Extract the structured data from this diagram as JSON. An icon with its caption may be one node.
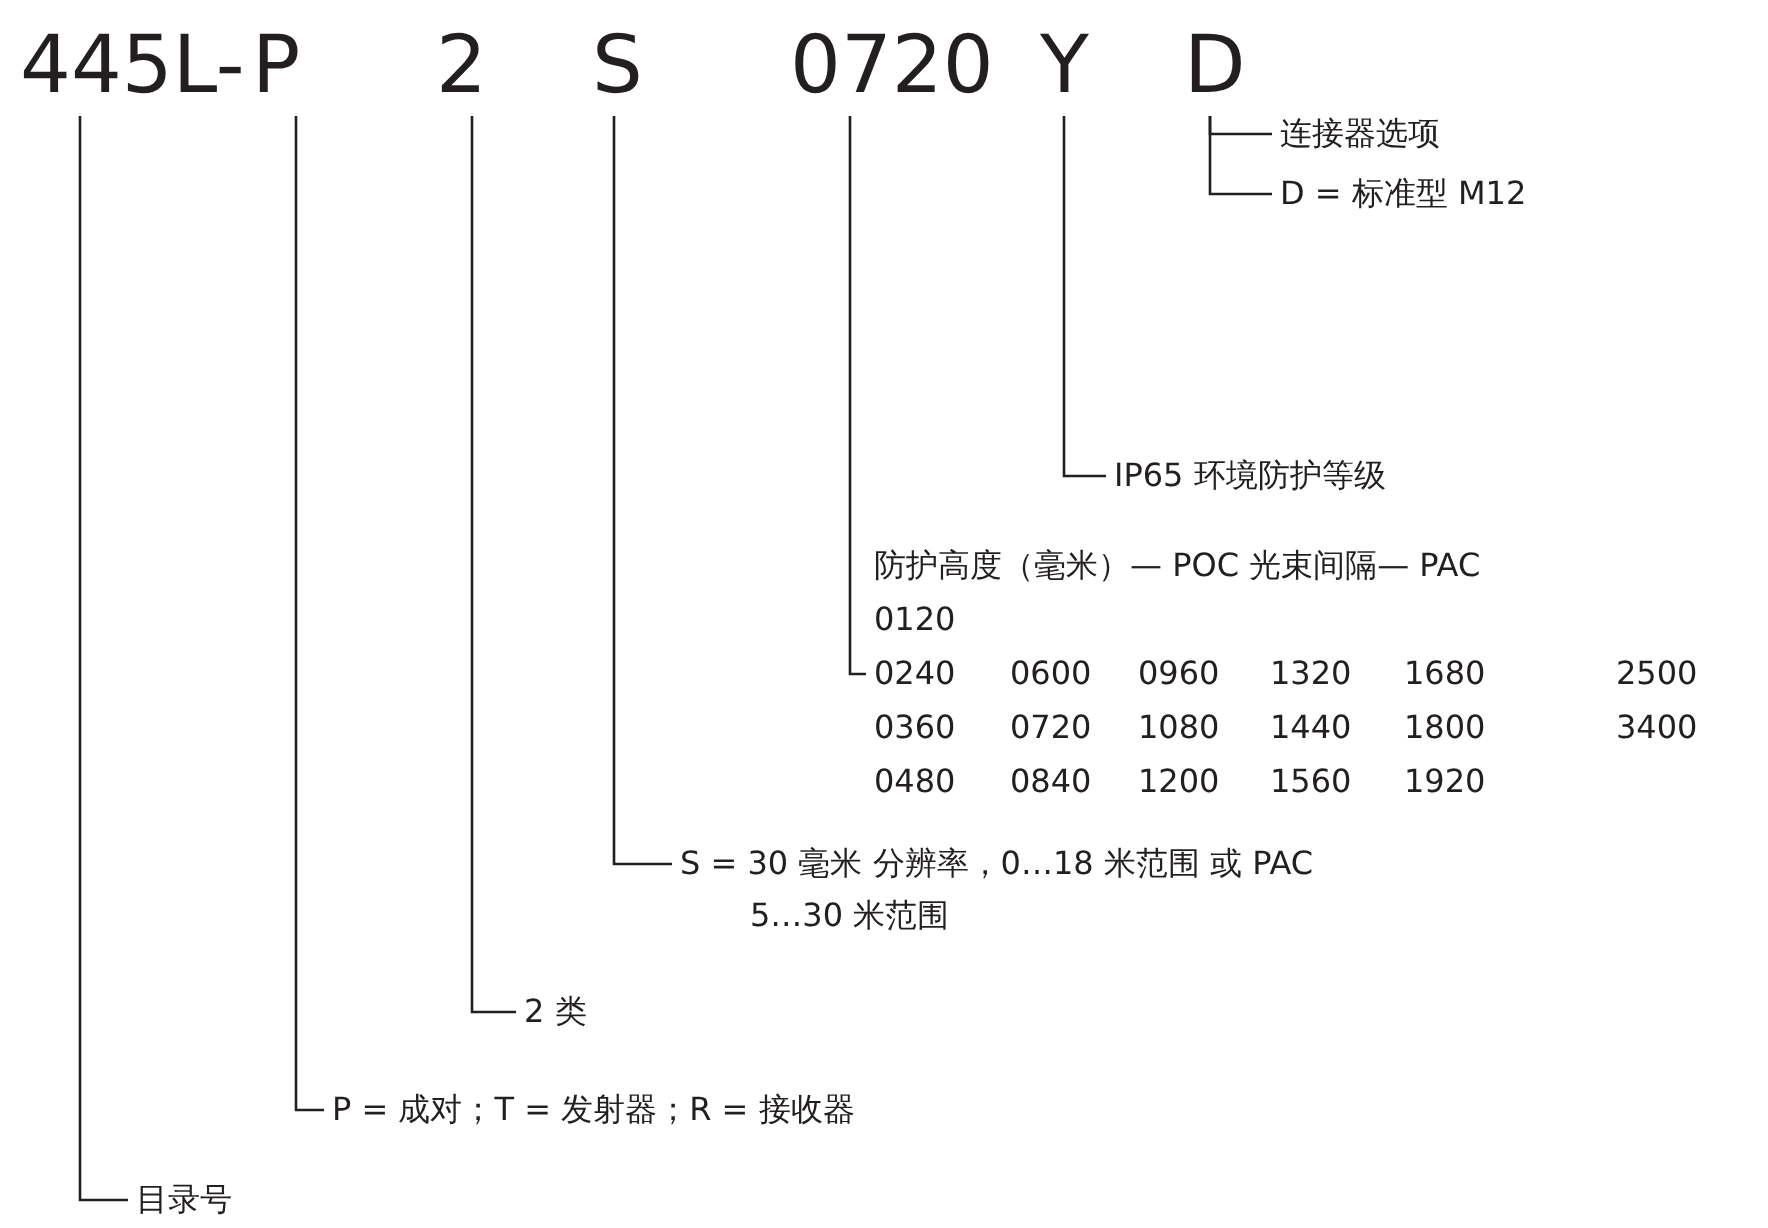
{
  "diagram": {
    "nodes": [
      {
        "text": [
          "445L-"
        ]
      },
      {
        "text": [
          "P"
        ]
      },
      {
        "text": [
          "2"
        ]
      },
      {
        "text": [
          "S"
        ]
      },
      {
        "text": [
          "0720"
        ]
      },
      {
        "text": [
          "Y"
        ]
      },
      {
        "text": [
          "D"
        ]
      },
      {
        "text": [
          "目录号"
        ]
      },
      {
        "text": [
          "P = 成对；T = 发射器；R = 接收器"
        ]
      },
      {
        "text": [
          "2 类"
        ]
      },
      {
        "text": [
          "S = 30 毫米 分辨率，0…18 米范围 或 PAC 5…30 米范围"
        ]
      },
      {
        "text": [
          "防护高度（毫米）— POC 光束间隔— PAC",
          "0120",
          "0240 0600 0960 1320 1680 2500",
          "0360 0720 1080 1440 1800 3400",
          "0480 0840 1200 1560 1920"
        ]
      },
      {
        "text": [
          "IP65 环境防护等级"
        ]
      },
      {
        "text": [
          "连接器选项"
        ]
      },
      {
        "text": [
          "D = 标准型 M12"
        ]
      }
    ],
    "edges": [
      {
        "from": 0,
        "to": 7,
        "arrow": "none"
      },
      {
        "from": 1,
        "to": 8,
        "arrow": "none"
      },
      {
        "from": 2,
        "to": 9,
        "arrow": "none"
      },
      {
        "from": 3,
        "to": 10,
        "arrow": "none"
      },
      {
        "from": 4,
        "to": 11,
        "arrow": "none"
      },
      {
        "from": 5,
        "to": 12,
        "arrow": "none"
      },
      {
        "from": 6,
        "to": 13,
        "arrow": "none"
      },
      {
        "from": 6,
        "to": 14,
        "arrow": "none"
      }
    ]
  }
}
